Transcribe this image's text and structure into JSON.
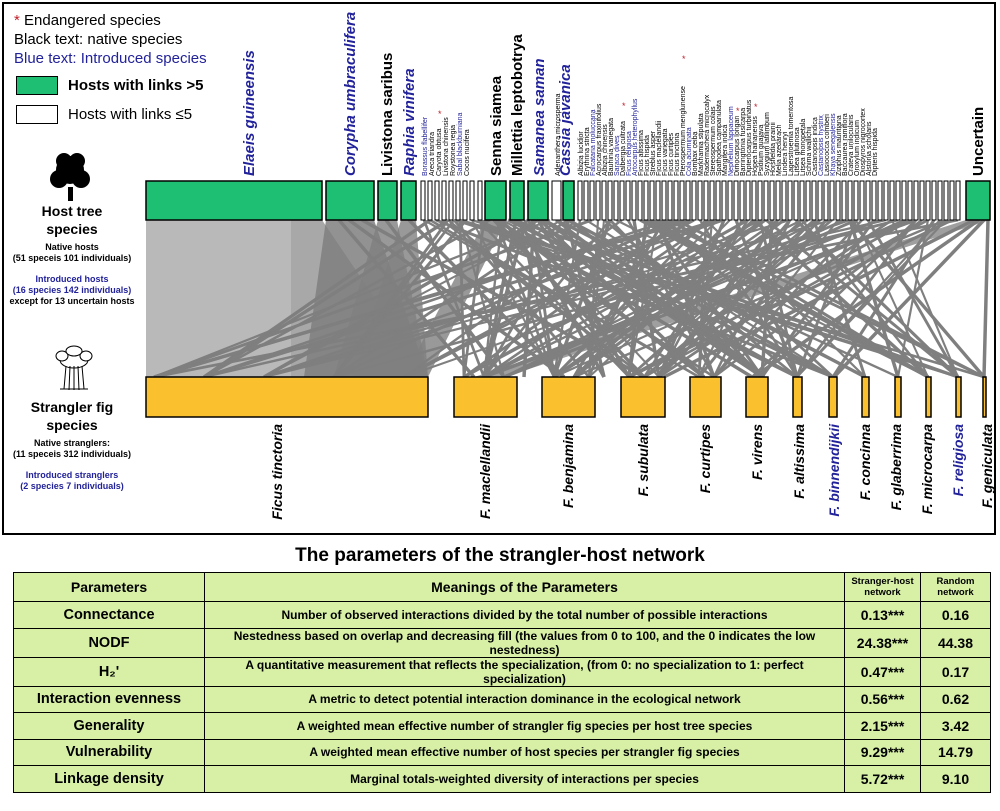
{
  "legend": {
    "star_symbol": "*",
    "endangered": "Endangered species",
    "black_text": "Black text: native species",
    "blue_text": "Blue text: Introduced species",
    "hosts_gt5": "Hosts with links >5",
    "hosts_le5": "Hosts with links ≤5"
  },
  "colors": {
    "host_green": "#1fbf73",
    "fig_gold": "#fbc02d",
    "link_gray": "#7f7f7f",
    "blue_text": "#22229a",
    "star_red": "#c0202a",
    "table_green": "#d7f0a6"
  },
  "host_panel": {
    "icon": "tree-icon",
    "title_1": "Host tree",
    "title_2": "species",
    "native_1": "Native hosts",
    "native_2": "(51 speceis 101 individuals)",
    "intro_1": "Introduced hosts",
    "intro_2": "(16 species 142 individuals)",
    "uncertain": "except for 13 uncertain hosts"
  },
  "fig_panel": {
    "icon": "strangler-fig-icon",
    "title_1": "Strangler fig",
    "title_2": "species",
    "native_1": "Native stranglers:",
    "native_2": "(11 speceis 312 individuals)",
    "intro_1": "Introduced stranglers",
    "intro_2": "(2 species 7 individuals)"
  },
  "hosts": [
    {
      "name": "Elaeis guineensis",
      "group": "big",
      "italic": true,
      "color": "blue"
    },
    {
      "name": "Corypha umbraculifera",
      "group": "big",
      "italic": true,
      "color": "blue"
    },
    {
      "name": "Livistona saribus",
      "group": "big",
      "italic": false,
      "color": "black"
    },
    {
      "name": "Raphia vinifera",
      "group": "big",
      "italic": true,
      "color": "blue"
    },
    {
      "name": "Borassus flabellifer",
      "group": "small",
      "color": "blue"
    },
    {
      "name": "Areca triandra",
      "group": "small",
      "color": "black"
    },
    {
      "name": "Caryota obtusa",
      "group": "small",
      "color": "black",
      "endangered": true
    },
    {
      "name": "Livistona chinensis",
      "group": "small",
      "color": "black"
    },
    {
      "name": "Roystonea regia",
      "group": "small",
      "color": "black"
    },
    {
      "name": "Sabal blackburniana",
      "group": "small",
      "color": "blue"
    },
    {
      "name": "Cocos nucifera",
      "group": "small",
      "color": "black"
    },
    {
      "name": "Senna siamea",
      "group": "big",
      "italic": false,
      "color": "black"
    },
    {
      "name": "Millettia leptobotrya",
      "group": "big",
      "italic": false,
      "color": "black"
    },
    {
      "name": "Samanea saman",
      "group": "big",
      "italic": true,
      "color": "blue"
    },
    {
      "name": "Cassia javanica",
      "group": "big",
      "italic": true,
      "color": "blue"
    },
    {
      "name": "Adenanthera microsperma",
      "group": "small",
      "color": "black"
    },
    {
      "name": "Albizia lucidior",
      "group": "small",
      "color": "black"
    },
    {
      "name": "Erythrina stricta",
      "group": "small",
      "color": "black"
    },
    {
      "name": "Falcataria moluccana",
      "group": "small",
      "color": "blue"
    },
    {
      "name": "Acrocarpus fraxinifolius",
      "group": "small",
      "color": "black"
    },
    {
      "name": "Albizia chinensis",
      "group": "small",
      "color": "black"
    },
    {
      "name": "Bauhinia variegata",
      "group": "small",
      "color": "black"
    },
    {
      "name": "Saraca dives",
      "group": "small",
      "color": "blue"
    },
    {
      "name": "Dalbergia cultrata",
      "group": "small",
      "color": "black",
      "endangered": true
    },
    {
      "name": "Ficus religiosa",
      "group": "small",
      "color": "blue"
    },
    {
      "name": "Artocarpus heterophyllus",
      "group": "small",
      "color": "blue"
    },
    {
      "name": "Ficus altissima",
      "group": "small",
      "color": "black"
    },
    {
      "name": "Ficus hispida",
      "group": "small",
      "color": "black"
    },
    {
      "name": "Streblus asper",
      "group": "small",
      "color": "black"
    },
    {
      "name": "Ficus maclellandii",
      "group": "small",
      "color": "black"
    },
    {
      "name": "Ficus variegata",
      "group": "small",
      "color": "black"
    },
    {
      "name": "Ficus curtipes",
      "group": "small",
      "color": "black"
    },
    {
      "name": "Ficus tinctoria",
      "group": "small",
      "color": "black"
    },
    {
      "name": "Pterospermum menglunense",
      "group": "small",
      "color": "black",
      "endangered": true
    },
    {
      "name": "Cola acuminata",
      "group": "small",
      "color": "blue"
    },
    {
      "name": "Bombax ceiba",
      "group": "small",
      "color": "black"
    },
    {
      "name": "Markhamia stipulata",
      "group": "small",
      "color": "black"
    },
    {
      "name": "Radermachera microcalyx",
      "group": "small",
      "color": "black"
    },
    {
      "name": "Stereospermum colais",
      "group": "small",
      "color": "black"
    },
    {
      "name": "Spathodea campanulata",
      "group": "small",
      "color": "black"
    },
    {
      "name": "Mangifera indica",
      "group": "small",
      "color": "black"
    },
    {
      "name": "Nephelium lappaceum",
      "group": "small",
      "color": "blue"
    },
    {
      "name": "Dimocarpus longan",
      "group": "small",
      "color": "black",
      "endangered": true
    },
    {
      "name": "Barringtonia fusicarpa",
      "group": "small",
      "color": "black"
    },
    {
      "name": "Dipterocarpus turbinatus",
      "group": "small",
      "color": "black"
    },
    {
      "name": "Hopea hainanensis",
      "group": "small",
      "color": "black",
      "endangered": true
    },
    {
      "name": "Psidium guajava",
      "group": "small",
      "color": "black"
    },
    {
      "name": "Syzygium latilimbum",
      "group": "small",
      "color": "black"
    },
    {
      "name": "Horsfieldia prainii",
      "group": "small",
      "color": "black"
    },
    {
      "name": "Melia azedarach",
      "group": "small",
      "color": "black"
    },
    {
      "name": "Lindera henryi",
      "group": "small",
      "color": "black"
    },
    {
      "name": "Lagerstroemia tomentosa",
      "group": "small",
      "color": "black"
    },
    {
      "name": "Litsea glutinosa",
      "group": "small",
      "color": "black"
    },
    {
      "name": "Litsea monopetala",
      "group": "small",
      "color": "black"
    },
    {
      "name": "Schima wallichii",
      "group": "small",
      "color": "black"
    },
    {
      "name": "Castanopsis indica",
      "group": "small",
      "color": "black"
    },
    {
      "name": "Castanopsis hystrix",
      "group": "small",
      "color": "blue"
    },
    {
      "name": "Lasiococca comberi",
      "group": "small",
      "color": "black"
    },
    {
      "name": "Khaya senegalensis",
      "group": "small",
      "color": "blue"
    },
    {
      "name": "Ziziphus mauritiana",
      "group": "small",
      "color": "black"
    },
    {
      "name": "Baccaurea ramiflora",
      "group": "small",
      "color": "black"
    },
    {
      "name": "Crateva unilocularis",
      "group": "small",
      "color": "black"
    },
    {
      "name": "Oroxylum indicum",
      "group": "small",
      "color": "black"
    },
    {
      "name": "Diospyros nigrocortex",
      "group": "small",
      "color": "black"
    },
    {
      "name": "Alstonia scholaris",
      "group": "small",
      "color": "black"
    },
    {
      "name": "Dipteris hispida",
      "group": "small",
      "color": "black"
    },
    {
      "name": "Uncertain",
      "group": "big",
      "italic": false,
      "color": "black"
    }
  ],
  "figs": [
    {
      "name": "Ficus tinctoria",
      "color": "black"
    },
    {
      "name": "F. maclellandii",
      "color": "black"
    },
    {
      "name": "F. benjamina",
      "color": "black"
    },
    {
      "name": "F. subulata",
      "color": "black"
    },
    {
      "name": "F. curtipes",
      "color": "black"
    },
    {
      "name": "F. virens",
      "color": "black"
    },
    {
      "name": "F. altissima",
      "color": "black"
    },
    {
      "name": "F. binnendijkii",
      "color": "blue"
    },
    {
      "name": "F. concinna",
      "color": "black"
    },
    {
      "name": "F. glaberrima",
      "color": "black"
    },
    {
      "name": "F. microcarpa",
      "color": "black"
    },
    {
      "name": "F. religiosa",
      "color": "blue"
    },
    {
      "name": "F. geniculata",
      "color": "black"
    }
  ],
  "table": {
    "title": "The parameters of the strangler-host network",
    "headers": [
      "Parameters",
      "Meanings of the Parameters",
      "Stranger-host network",
      "Random network"
    ],
    "rows": [
      {
        "param": "Connectance",
        "meaning": "Number of observed interactions divided by the total number of possible interactions",
        "observed": "0.13***",
        "random": "0.16"
      },
      {
        "param": "NODF",
        "meaning": "Nestedness based on overlap and decreasing fill (the values from 0 to 100, and the 0 indicates the low nestedness)",
        "observed": "24.38***",
        "random": "44.38"
      },
      {
        "param": "H₂'",
        "meaning": "A quantitative measurement that reflects the specialization, (from 0: no specialization to 1: perfect specialization)",
        "observed": "0.47***",
        "random": "0.17"
      },
      {
        "param": "Interaction evenness",
        "meaning": "A metric to detect potential interaction dominance in the ecological network",
        "observed": "0.56***",
        "random": "0.62"
      },
      {
        "param": "Generality",
        "meaning": "A weighted mean effective number of strangler fig species per host tree species",
        "observed": "2.15***",
        "random": "3.42"
      },
      {
        "param": "Vulnerability",
        "meaning": "A weighted mean effective number of host species per strangler fig species",
        "observed": "9.29***",
        "random": "14.79"
      },
      {
        "param": "Linkage density",
        "meaning": "Marginal totals-weighted diversity of interactions per species",
        "observed": "5.72***",
        "random": "9.10"
      }
    ]
  }
}
